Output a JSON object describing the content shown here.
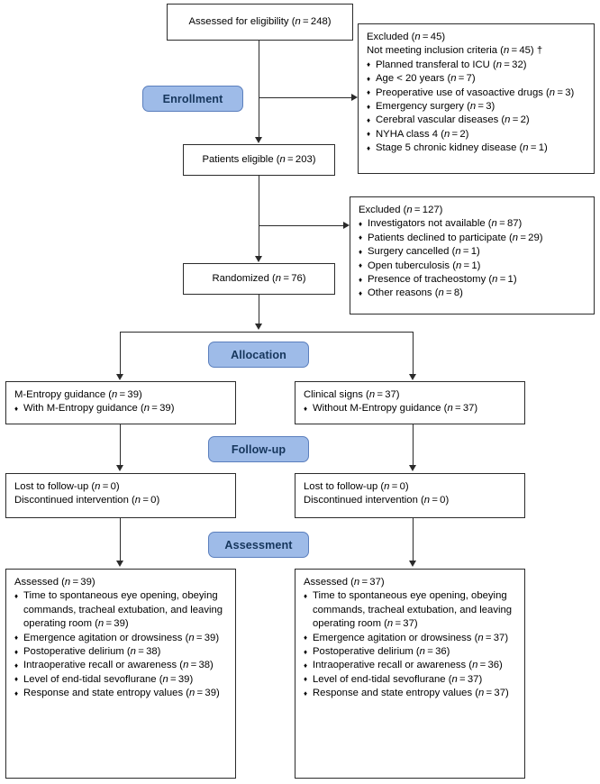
{
  "diagram": {
    "title": "CONSORT participant flow diagram",
    "accent_badge_fill": "#9EBBE8",
    "accent_badge_border": "#5B7FBD",
    "accent_badge_text": "#16365C",
    "box_border": "#2B2B2B",
    "bullet_glyph": "♦",
    "dagger_glyph": "†"
  },
  "stages": {
    "enrollment": "Enrollment",
    "allocation": "Allocation",
    "followup": "Follow-up",
    "assessment": "Assessment"
  },
  "assessed": {
    "label": "Assessed for eligibility (",
    "n_italic": "n",
    "n_value": "=248)",
    "full": "Assessed for eligibility (n = 248)"
  },
  "excluded1": {
    "header": "Excluded (n = 45)",
    "subheader": "Not meeting inclusion criteria (n = 45) †",
    "items": [
      "Planned transferal to ICU (n = 32)",
      "Age < 20 years (n = 7)",
      "Preoperative use of vasoactive drugs (n = 3)",
      "Emergency surgery (n = 3)",
      "Cerebral vascular diseases (n = 2)",
      "NYHA class 4 (n = 2)",
      "Stage 5 chronic kidney disease (n = 1)"
    ]
  },
  "eligible": {
    "text": "Patients eligible (n = 203)"
  },
  "excluded2": {
    "header": "Excluded (n = 127)",
    "items": [
      "Investigators not available (n = 87)",
      "Patients declined to participate (n = 29)",
      "Surgery cancelled (n = 1)",
      "Open tuberculosis (n = 1)",
      "Presence of tracheostomy (n = 1)",
      "Other reasons (n = 8)"
    ]
  },
  "randomized": {
    "text": "Randomized (n = 76)"
  },
  "allocation_left": {
    "header": "M-Entropy guidance (n = 39)",
    "items": [
      "With M-Entropy guidance (n = 39)"
    ]
  },
  "allocation_right": {
    "header": "Clinical signs (n = 37)",
    "items": [
      "Without M-Entropy guidance (n = 37)"
    ]
  },
  "followup_left": {
    "lines": [
      "Lost to follow-up (n = 0)",
      "Discontinued intervention (n = 0)"
    ]
  },
  "followup_right": {
    "lines": [
      "Lost to follow-up (n = 0)",
      "Discontinued intervention (n = 0)"
    ]
  },
  "assessment_left": {
    "header": "Assessed (n = 39)",
    "items": [
      "Time to spontaneous eye opening, obeying commands, tracheal extubation, and leaving operating room (n = 39)",
      "Emergence agitation or drowsiness (n = 39)",
      "Postoperative delirium (n = 38)",
      "Intraoperative recall or awareness (n = 38)",
      "Level of end-tidal sevoflurane (n = 39)",
      "Response and state entropy values (n = 39)"
    ]
  },
  "assessment_right": {
    "header": "Assessed (n = 37)",
    "items": [
      "Time to spontaneous eye opening, obeying commands, tracheal extubation, and leaving operating room (n = 37)",
      "Emergence agitation or drowsiness (n = 37)",
      "Postoperative delirium (n = 36)",
      "Intraoperative recall or awareness (n = 36)",
      "Level of end-tidal sevoflurane (n = 37)",
      "Response and state entropy values (n = 37)"
    ]
  }
}
